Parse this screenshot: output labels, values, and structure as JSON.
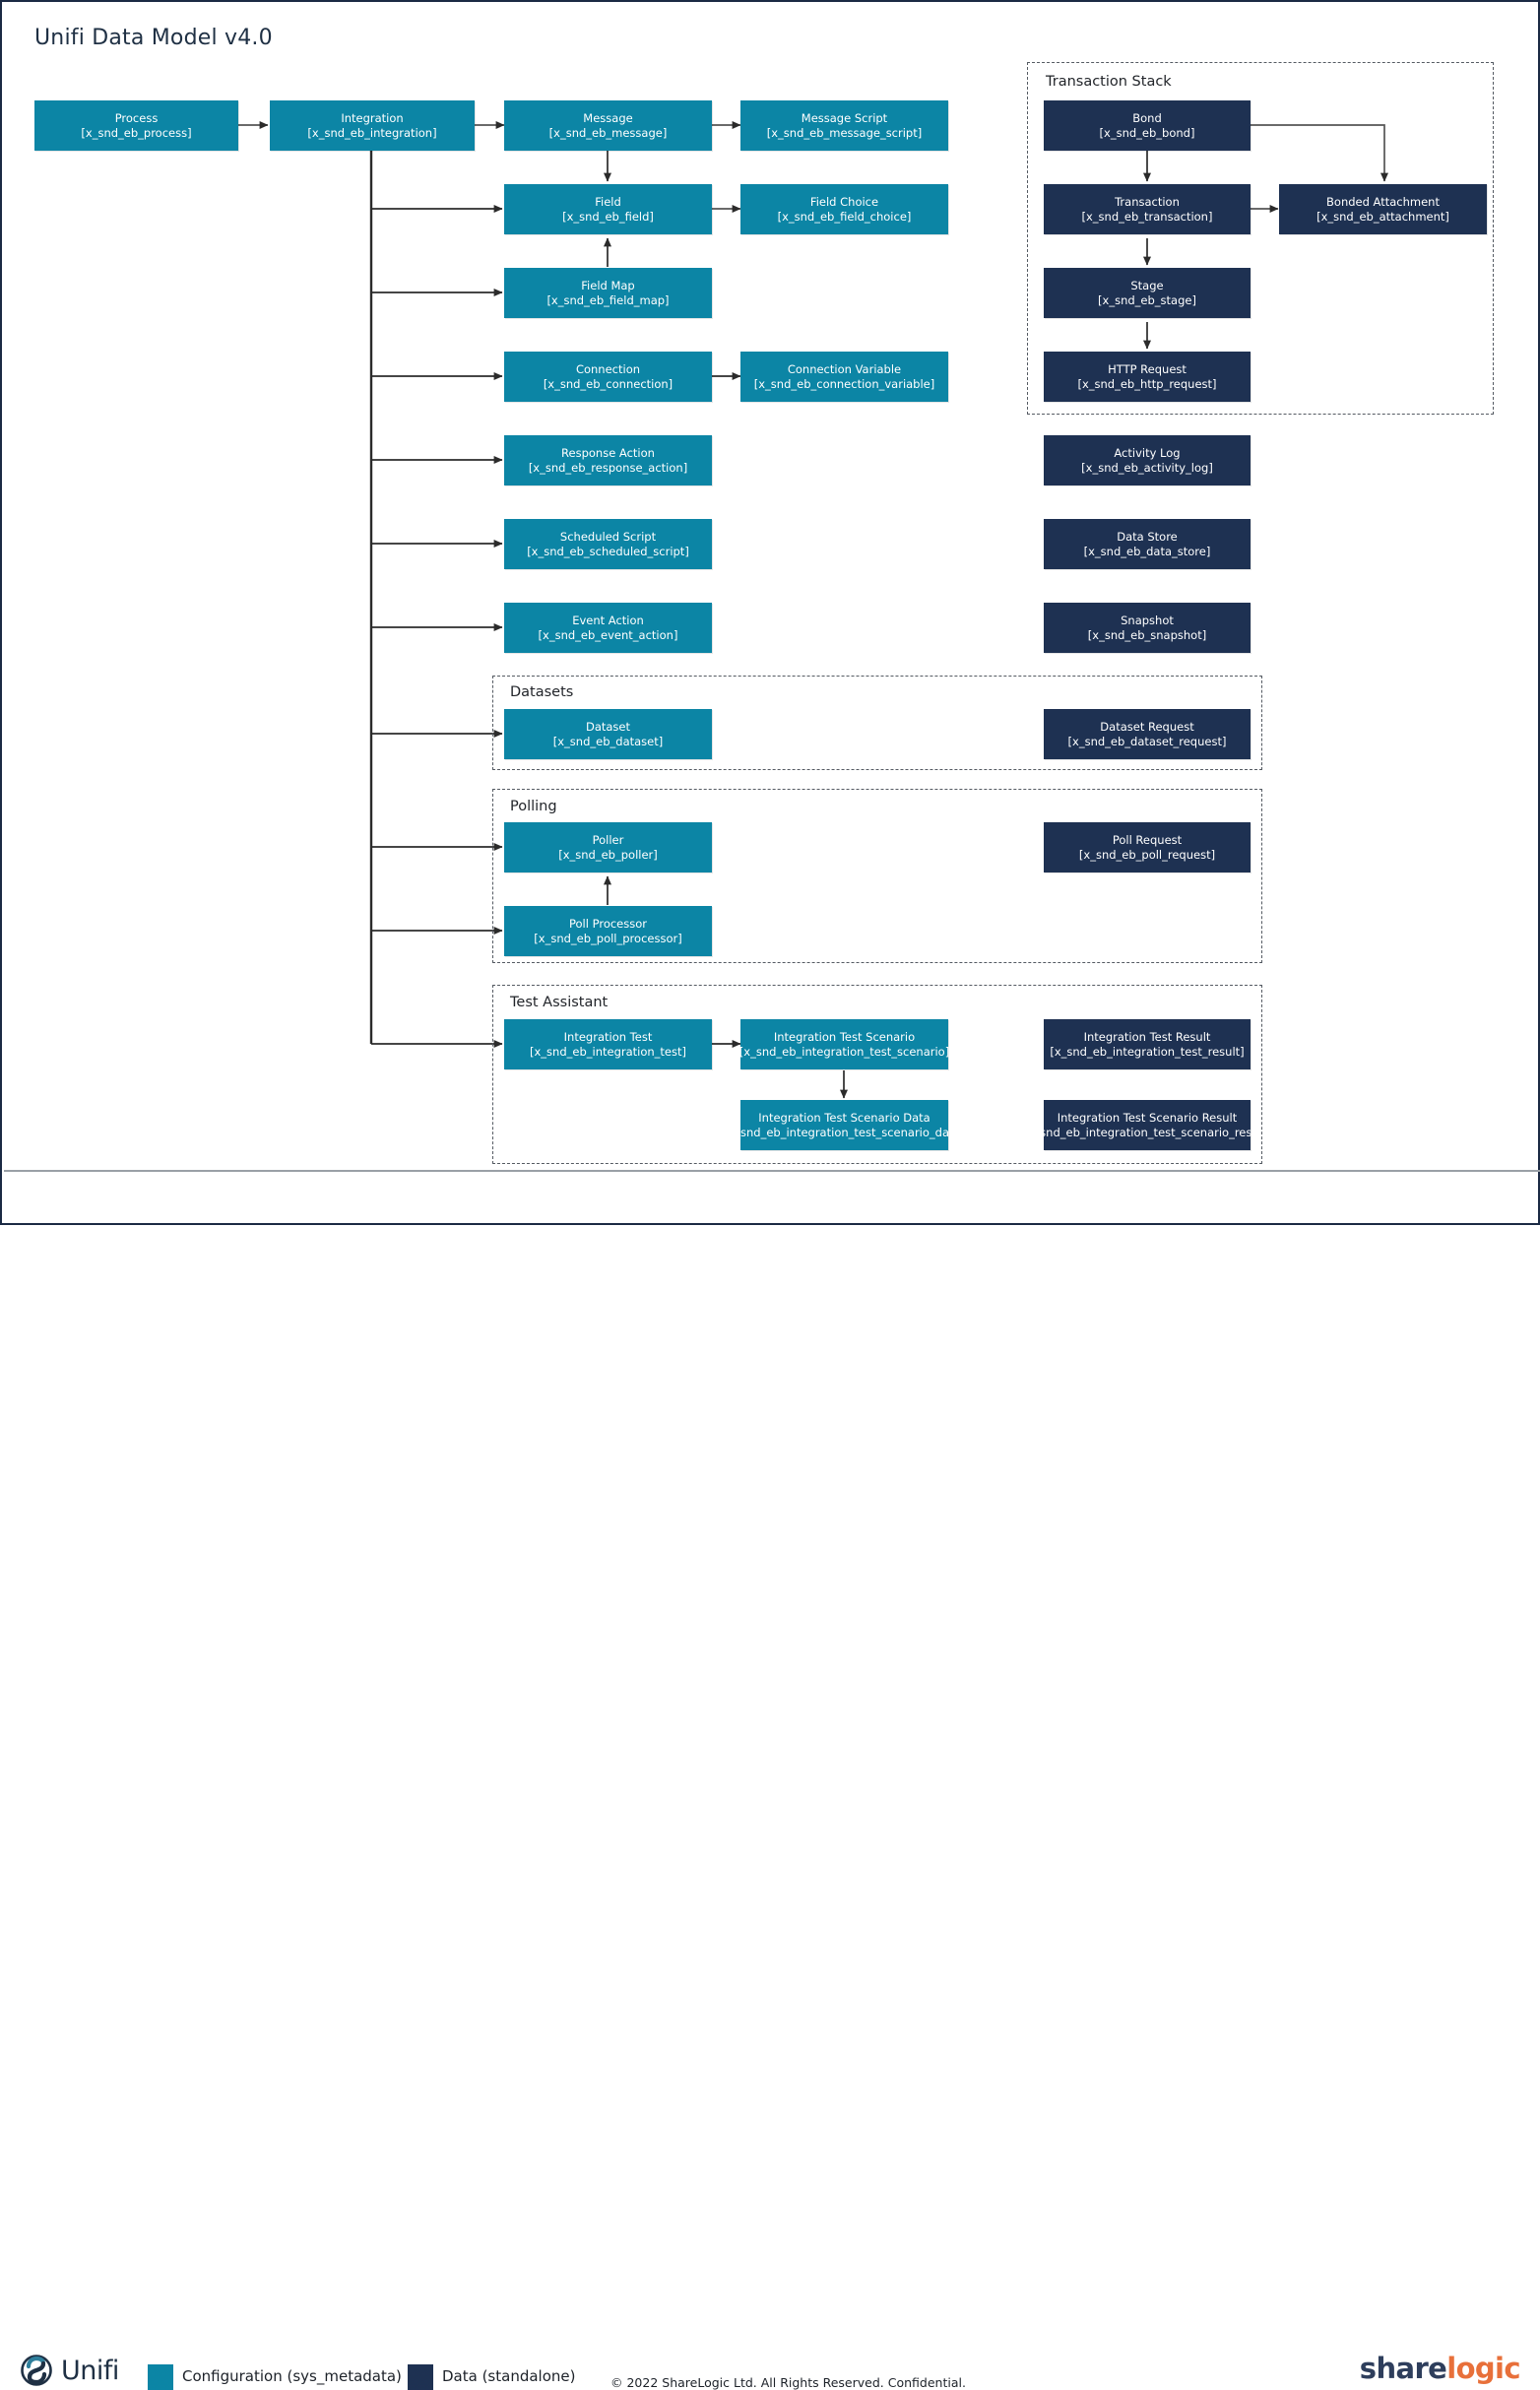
{
  "page": {
    "title": "Unifi Data Model v4.0",
    "colors": {
      "configuration": "#0c85a5",
      "data": "#1e3152",
      "border": "#1b2a44",
      "connector": "#3b3b3b"
    }
  },
  "groups": [
    {
      "key": "transaction_stack",
      "label": "Transaction Stack"
    },
    {
      "key": "datasets",
      "label": "Datasets"
    },
    {
      "key": "polling",
      "label": "Polling"
    },
    {
      "key": "test_assistant",
      "label": "Test Assistant"
    }
  ],
  "entities": {
    "process": {
      "name": "Process",
      "table": "[x_snd_eb_process]",
      "kind": "configuration"
    },
    "integration": {
      "name": "Integration",
      "table": "[x_snd_eb_integration]",
      "kind": "configuration"
    },
    "message": {
      "name": "Message",
      "table": "[x_snd_eb_message]",
      "kind": "configuration"
    },
    "message_script": {
      "name": "Message Script",
      "table": "[x_snd_eb_message_script]",
      "kind": "configuration"
    },
    "field": {
      "name": "Field",
      "table": "[x_snd_eb_field]",
      "kind": "configuration"
    },
    "field_choice": {
      "name": "Field Choice",
      "table": "[x_snd_eb_field_choice]",
      "kind": "configuration"
    },
    "field_map": {
      "name": "Field Map",
      "table": "[x_snd_eb_field_map]",
      "kind": "configuration"
    },
    "connection": {
      "name": "Connection",
      "table": "[x_snd_eb_connection]",
      "kind": "configuration"
    },
    "connection_variable": {
      "name": "Connection Variable",
      "table": "[x_snd_eb_connection_variable]",
      "kind": "configuration"
    },
    "response_action": {
      "name": "Response Action",
      "table": "[x_snd_eb_response_action]",
      "kind": "configuration"
    },
    "scheduled_script": {
      "name": "Scheduled Script",
      "table": "[x_snd_eb_scheduled_script]",
      "kind": "configuration"
    },
    "event_action": {
      "name": "Event Action",
      "table": "[x_snd_eb_event_action]",
      "kind": "configuration"
    },
    "bond": {
      "name": "Bond",
      "table": "[x_snd_eb_bond]",
      "kind": "data"
    },
    "transaction": {
      "name": "Transaction",
      "table": "[x_snd_eb_transaction]",
      "kind": "data"
    },
    "bonded_attachment": {
      "name": "Bonded Attachment",
      "table": "[x_snd_eb_attachment]",
      "kind": "data"
    },
    "stage": {
      "name": "Stage",
      "table": "[x_snd_eb_stage]",
      "kind": "data"
    },
    "http_request": {
      "name": "HTTP Request",
      "table": "[x_snd_eb_http_request]",
      "kind": "data"
    },
    "activity_log": {
      "name": "Activity Log",
      "table": "[x_snd_eb_activity_log]",
      "kind": "data"
    },
    "data_store": {
      "name": "Data Store",
      "table": "[x_snd_eb_data_store]",
      "kind": "data"
    },
    "snapshot": {
      "name": "Snapshot",
      "table": "[x_snd_eb_snapshot]",
      "kind": "data"
    },
    "dataset": {
      "name": "Dataset",
      "table": "[x_snd_eb_dataset]",
      "kind": "configuration"
    },
    "dataset_request": {
      "name": "Dataset Request",
      "table": "[x_snd_eb_dataset_request]",
      "kind": "data"
    },
    "poller": {
      "name": "Poller",
      "table": "[x_snd_eb_poller]",
      "kind": "configuration"
    },
    "poll_request": {
      "name": "Poll Request",
      "table": "[x_snd_eb_poll_request]",
      "kind": "data"
    },
    "poll_processor": {
      "name": "Poll Processor",
      "table": "[x_snd_eb_poll_processor]",
      "kind": "configuration"
    },
    "integration_test": {
      "name": "Integration Test",
      "table": "[x_snd_eb_integration_test]",
      "kind": "configuration"
    },
    "integration_test_scenario": {
      "name": "Integration Test Scenario",
      "table": "[x_snd_eb_integration_test_scenario]",
      "kind": "configuration"
    },
    "integration_test_result": {
      "name": "Integration Test Result",
      "table": "[x_snd_eb_integration_test_result]",
      "kind": "data"
    },
    "integration_test_scenario_data": {
      "name": "Integration Test Scenario Data",
      "table": "[x_snd_eb_integration_test_scenario_data]",
      "kind": "configuration"
    },
    "integration_test_scenario_result": {
      "name": "Integration Test Scenario Result",
      "table": "[x_snd_eb_integration_test_scenario_result]",
      "kind": "data"
    }
  },
  "footer": {
    "brand": "Unifi",
    "legend": [
      {
        "label": "Configuration (sys_metadata)",
        "color": "#0c85a5"
      },
      {
        "label": "Data (standalone)",
        "color": "#1e3152"
      }
    ],
    "copyright": "© 2022 ShareLogic Ltd. All Rights Reserved. Confidential.",
    "vendor_part1": "share",
    "vendor_part2": "logic"
  }
}
